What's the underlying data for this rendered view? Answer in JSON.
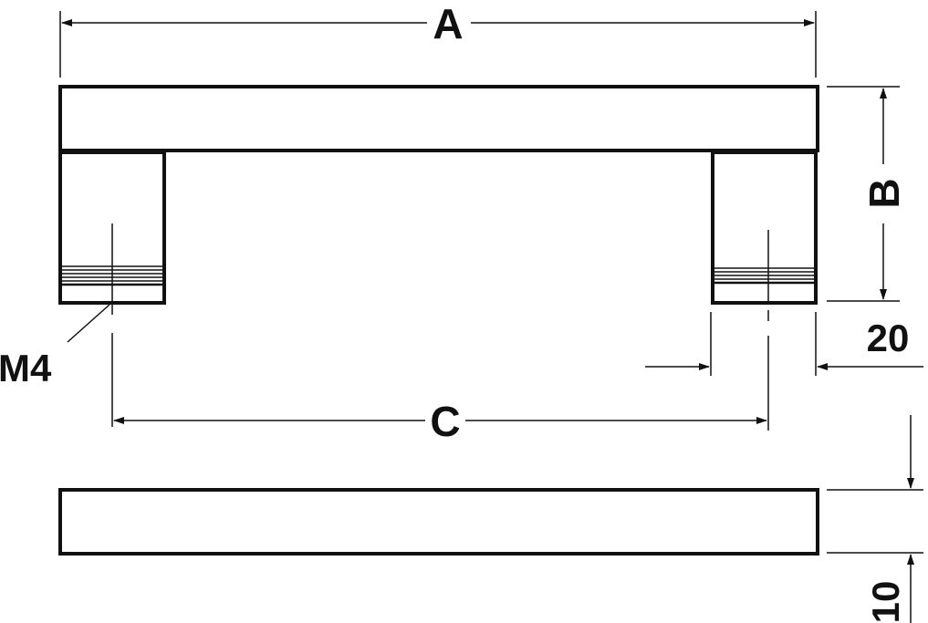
{
  "labels": {
    "a": "A",
    "b": "B",
    "c": "C",
    "m4": "M4",
    "twenty": "20",
    "ten": "10"
  },
  "colors": {
    "stroke": "#111111",
    "background": "#ffffff"
  }
}
